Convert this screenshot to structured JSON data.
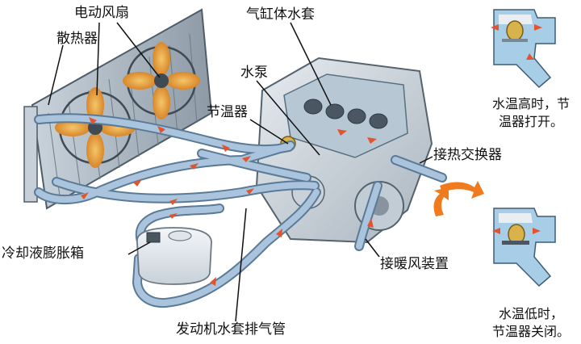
{
  "labels": {
    "radiator": "散热器",
    "electric_fan": "电动风扇",
    "water_jacket": "气缸体水套",
    "water_pump": "水泵",
    "thermostat": "节温器",
    "heat_exchanger": "接热交换器",
    "heater": "接暖风装置",
    "expansion_tank": "冷却液膨胀箱",
    "vent_pipe": "发动机水套排气管"
  },
  "insets": {
    "open": {
      "line1": "水温高时，节",
      "line2": "温器打开。"
    },
    "closed": {
      "line1": "水温低时，",
      "line2": "节温器关闭。"
    }
  },
  "colors": {
    "pipe": "#a9c4dc",
    "pipe_edge": "#5b7a96",
    "flow_arrow": "#e2542d",
    "fan_blade": "#e8a53c",
    "engine": "#cfd6dc",
    "thermostat": "#d8b24a",
    "hot_air": "#f07a1e"
  }
}
